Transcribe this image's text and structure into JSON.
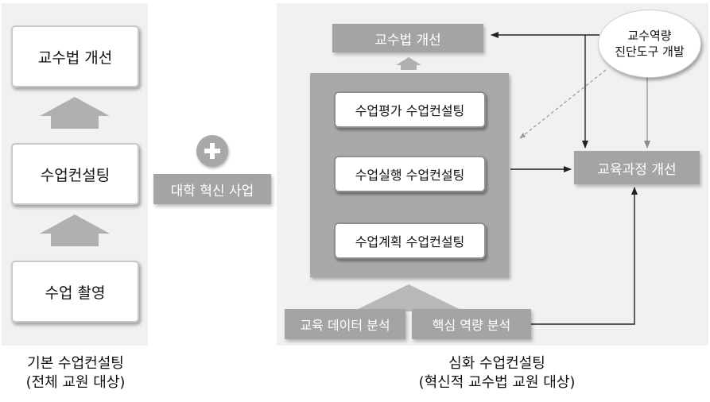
{
  "basic": {
    "box1": "교수법 개선",
    "box2": "수업컨설팅",
    "box3": "수업 촬영",
    "caption_title": "기본 수업컨설팅",
    "caption_sub": "(전체 교원 대상)"
  },
  "middle": {
    "plus_icon": "plus-circle-icon",
    "label": "대학 혁신 사업"
  },
  "advanced": {
    "top_box": "교수법 개선",
    "tool_line1": "교수역량",
    "tool_line2": "진단도구 개발",
    "step_eval": "수업평가 수업컨설팅",
    "step_exec": "수업실행 수업컨설팅",
    "step_plan": "수업계획 수업컨설팅",
    "curriculum": "교육과정 개선",
    "data_analysis": "교육 데이터 분석",
    "competency_analysis": "핵심 역량 분석",
    "caption_title": "심화 수업컨설팅",
    "caption_sub": "(혁신적 교수법 교원 대상)"
  },
  "colors": {
    "panel_bg": "#f1f1f1",
    "gray_box": "#a4a4a4",
    "arrow_gray": "#b0b0b0",
    "line_dark": "#222222"
  }
}
